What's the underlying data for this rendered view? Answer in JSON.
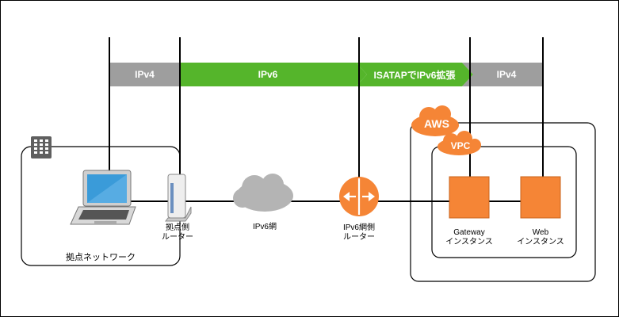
{
  "protocol_bar": {
    "seg1": "IPv4",
    "seg2": "IPv6",
    "seg3": "ISATAPでIPv6拡張",
    "seg4": "IPv4",
    "colors": {
      "ipv4": "#9e9e9e",
      "ipv6": "#55b52b",
      "arrow": "#555555"
    }
  },
  "labels": {
    "site_network": "拠点ネットワーク",
    "site_router": "拠点側\nルーター",
    "ipv6_net": "IPv6網",
    "ipv6_router": "IPv6網側\nルーター",
    "aws": "AWS",
    "vpc": "VPC",
    "gateway_instance": "Gateway\nインスタンス",
    "web_instance": "Web\nインスタンス"
  },
  "icons": {
    "building": "building-icon",
    "laptop": "laptop-icon",
    "site_router": "router-device-icon",
    "cloud": "cloud-icon",
    "ipv6_router": "router-icon",
    "instance": "instance-icon"
  },
  "colors": {
    "aws_orange": "#f58536",
    "cloud_gray": "#b4b4b4",
    "laptop_screen": "#3a9bd9"
  }
}
